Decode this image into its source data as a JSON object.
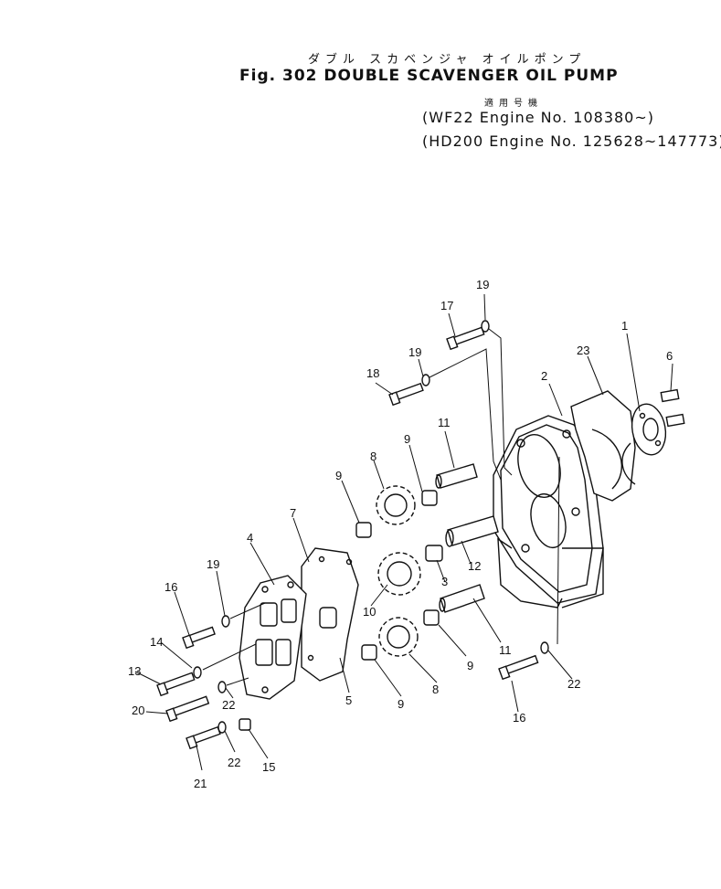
{
  "header": {
    "kana": "ダブル スカベンジャ オイルポンプ",
    "title": "Fig. 302 DOUBLE SCAVENGER OIL PUMP",
    "applicable_label": "適用号機",
    "applicability": [
      "(WF22  Engine No. 108380~)",
      "(HD200  Engine No. 125628~147773)"
    ]
  },
  "callouts": [
    "1",
    "2",
    "3",
    "4",
    "5",
    "6",
    "7",
    "8",
    "8",
    "9",
    "9",
    "9",
    "9",
    "10",
    "11",
    "11",
    "12",
    "13",
    "14",
    "15",
    "16",
    "16",
    "17",
    "18",
    "19",
    "19",
    "19",
    "20",
    "21",
    "22",
    "22",
    "22",
    "23"
  ]
}
